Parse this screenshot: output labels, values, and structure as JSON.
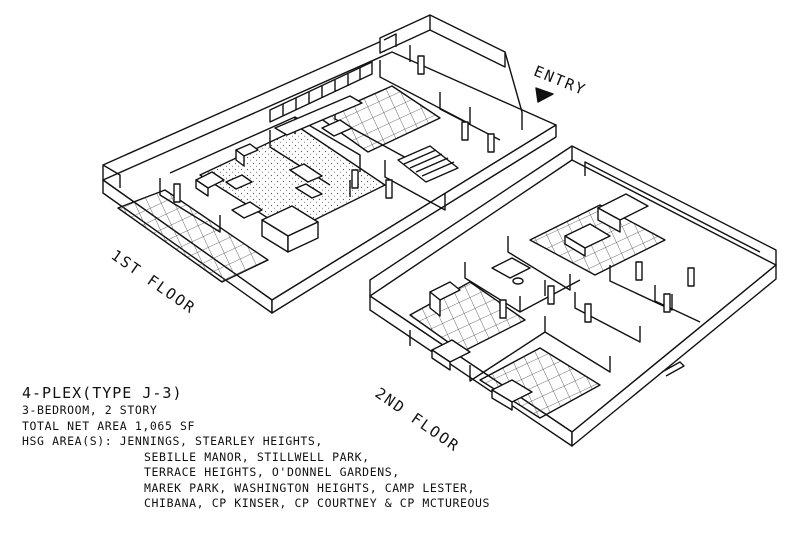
{
  "labels": {
    "entry": "ENTRY",
    "first_floor": "1ST FLOOR",
    "second_floor": "2ND FLOOR"
  },
  "legend": {
    "title": "4-PLEX(TYPE J-3)",
    "lines": [
      "3-BEDROOM, 2 STORY",
      "TOTAL NET AREA 1,065 SF",
      "HSG AREA(S): JENNINGS, STEARLEY HEIGHTS,",
      "SEBILLE MANOR, STILLWELL PARK,",
      "TERRACE HEIGHTS, O'DONNEL GARDENS,",
      "MAREK PARK, WASHINGTON HEIGHTS, CAMP LESTER,",
      "CHIBANA, CP KINSER, CP COURTNEY & CP MCTUREOUS"
    ]
  },
  "colors": {
    "ink": "#111111",
    "paper": "#ffffff",
    "floor_pattern": "#555555"
  },
  "icons": {
    "entry_arrow": "triangle-right-icon"
  }
}
